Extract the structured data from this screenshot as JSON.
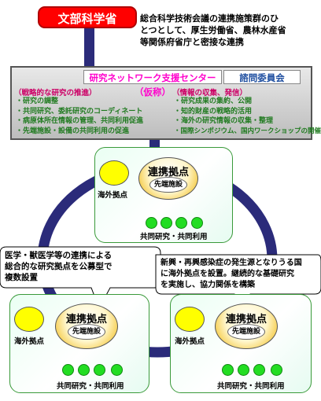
{
  "mext": "文部科学省",
  "intro_lines": [
    "総合科学技術会議の連携施策群のひ",
    "とつとして、厚生労働省、農林水産省",
    "等関係府省庁と密接な連携"
  ],
  "center": {
    "title": "研究ネットワーク支援センター（仮称）",
    "council": "諮問委員会",
    "left_heading": "（戦略的な研究の推進）",
    "left_items": [
      "・研究の調整",
      "・共同研究、委託研究のコーディネート",
      "・病原体所在情報の管理、共同利用促進",
      "・先端施設・設備の共同利用の促進"
    ],
    "right_heading": "（情報の収集、発信）",
    "right_items": [
      "・研究成果の集約、公開",
      "・知的財産の戦略的活用",
      "・海外の研究情報の収集・整理",
      "・国際シンポジウム、国内ワークショップの開催"
    ]
  },
  "hub": {
    "title": "連携拠点",
    "pioneer": "先端施設",
    "foreign": "海外拠点",
    "joint": "共同研究・共同利用"
  },
  "callout_left": [
    "医学・獣医学等の連携による",
    "総合的な研究拠点を公募型で",
    "複数設置"
  ],
  "callout_right": [
    "新興・再興感染症の発生源となりうる国",
    "に海外拠点を設置。継続的な基礎研究",
    "を実施し、協力関係を構築"
  ],
  "colors": {
    "ring": "#2b2b7a",
    "mext": "#ff0000",
    "hub_border": "#3a9a3a",
    "center_title": "#ff00cc",
    "council": "#1f4fa0",
    "items": "#1f7a1f",
    "headings": "#cc0066"
  }
}
